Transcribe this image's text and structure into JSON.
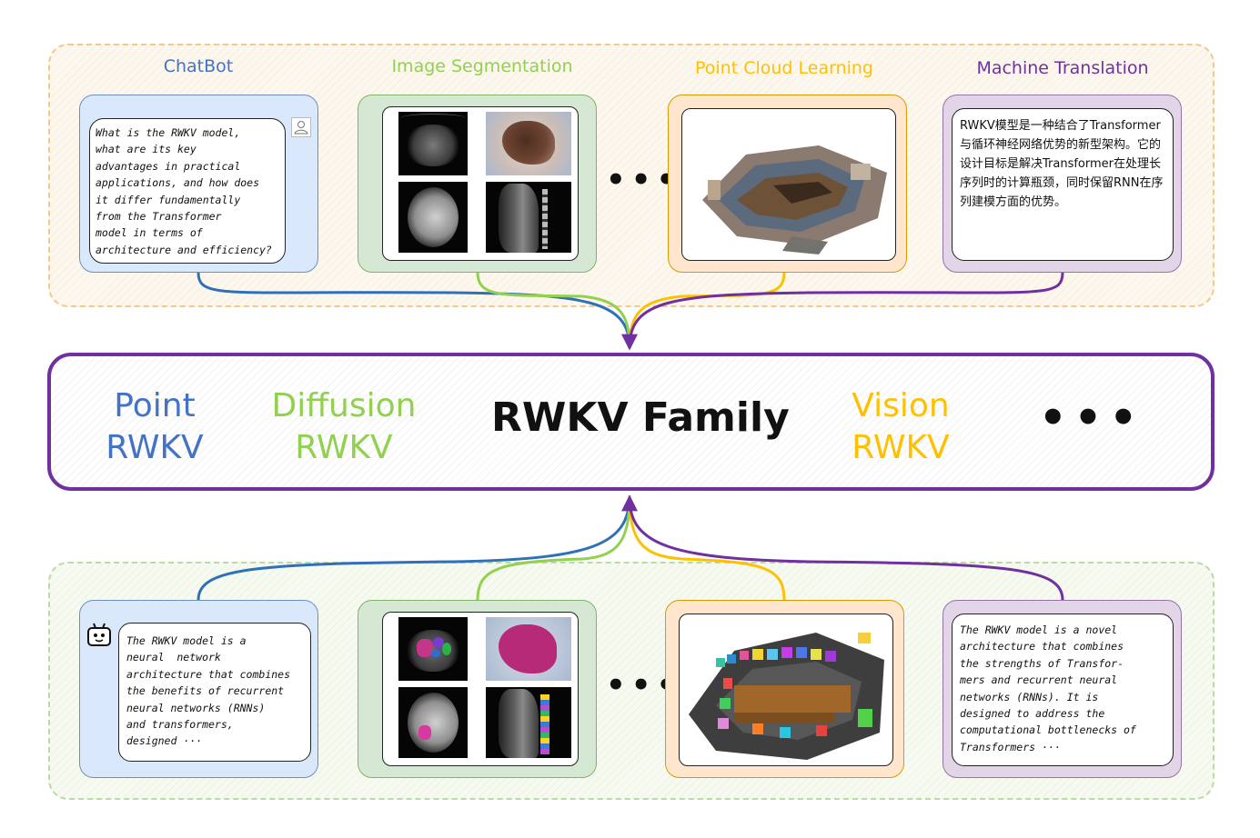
{
  "top": {
    "tasks": [
      {
        "title": "ChatBot",
        "color": "#4472c4"
      },
      {
        "title": "Image Segmentation",
        "color": "#92d050"
      },
      {
        "title": "Point Cloud Learning",
        "color": "#ffc000"
      },
      {
        "title": "Machine Translation",
        "color": "#7030a0"
      }
    ],
    "chat_question": "What is the RWKV model,\nwhat are its key\nadvantages in practical\napplications, and how does\nit differ fundamentally\nfrom the Transformer\nmodel in terms of\narchitecture and efficiency?",
    "translation_text": "RWKV模型是一种结合了Transformer与循环神经网络优势的新型架构。它的设计目标是解决Transformer在处理长序列时的计算瓶颈，同时保留RNN在序列建模方面的优势。",
    "ellipsis": "•••"
  },
  "center": {
    "title": "RWKV Family",
    "members": [
      {
        "label": "Point\nRWKV",
        "color": "#4472c4"
      },
      {
        "label": "Diffusion\nRWKV",
        "color": "#92d050"
      },
      {
        "label": "Vision\nRWKV",
        "color": "#ffc000"
      }
    ],
    "ellipsis": "•••"
  },
  "bottom": {
    "chat_answer": "The RWKV model is a\nneural  network\narchitecture that combines\nthe benefits of recurrent\nneural networks (RNNs)\nand transformers,\ndesigned ···",
    "translation_answer": "The RWKV model is a novel\narchitecture that combines\nthe strengths of Transfor-\nmers and recurrent neural\nnetworks (RNNs). It is\ndesigned to address the\ncomputational bottlenecks of\nTransformers ···",
    "ellipsis": "•••"
  },
  "colors": {
    "blue": "#4472c4",
    "green": "#92d050",
    "yellow": "#ffc000",
    "purple": "#7030a0"
  }
}
